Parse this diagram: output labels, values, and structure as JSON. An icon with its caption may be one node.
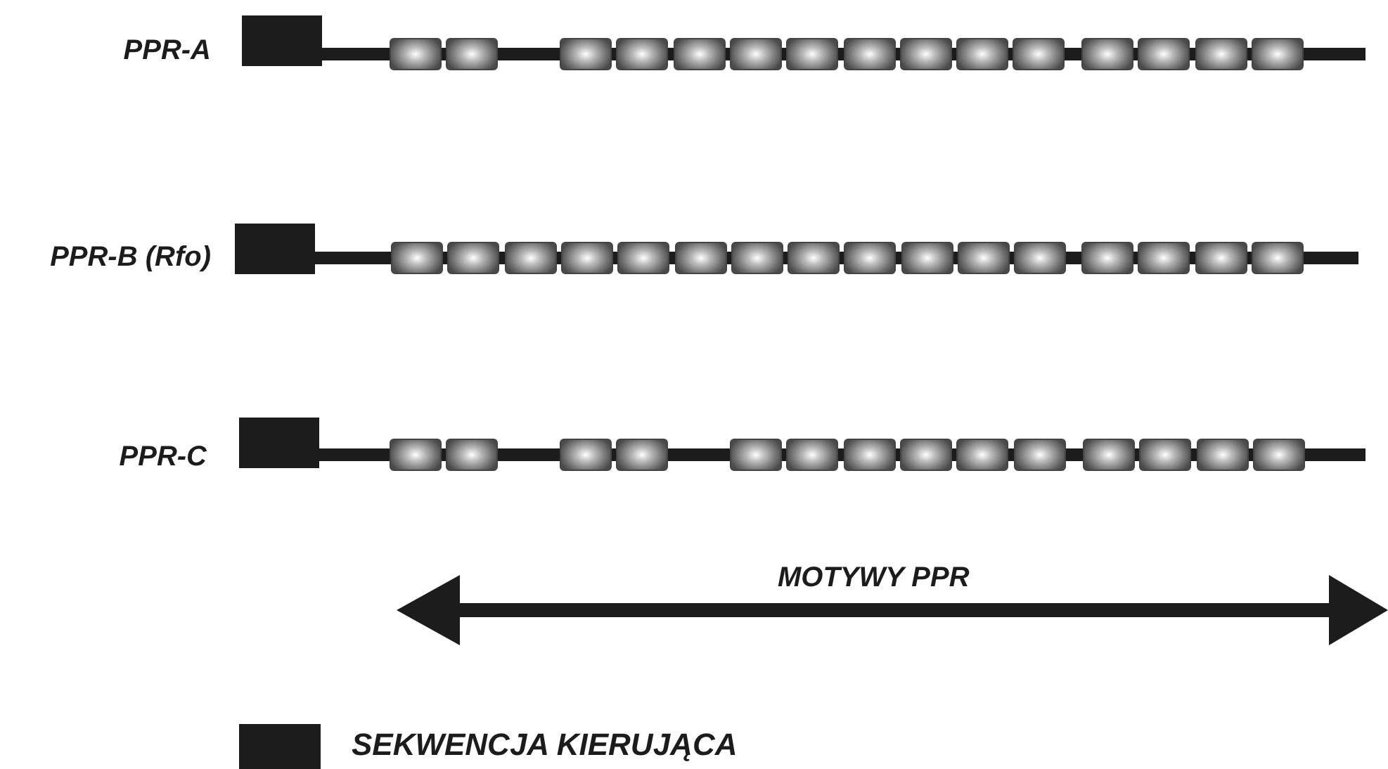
{
  "diagram": {
    "labels": [
      "PPR-A",
      "PPR-B (Rfo)",
      "PPR-C",
      "MOTYWY PPR"
    ],
    "legend": [
      {
        "text": "SEKWENCJA KIERUJĄCA",
        "color": "#1c1c1c"
      }
    ]
  }
}
